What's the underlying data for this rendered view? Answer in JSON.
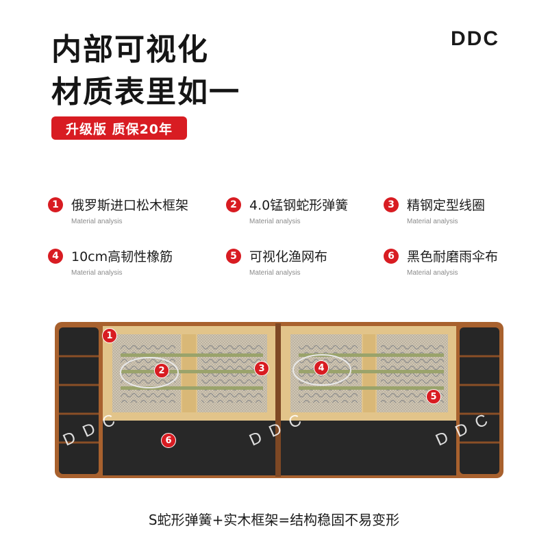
{
  "headline": {
    "line1": "内部可视化",
    "line2": "材质表里如一"
  },
  "brand": "DDC",
  "badge": "升级版 质保20年",
  "features": [
    {
      "num": "1",
      "title": "俄罗斯进口松木框架",
      "sub": "Material analysis"
    },
    {
      "num": "2",
      "title": "4.0锰钢蛇形弹簧",
      "sub": "Material analysis"
    },
    {
      "num": "3",
      "title": "精钢定型线圈",
      "sub": "Material analysis"
    },
    {
      "num": "4",
      "title": "10cm高韧性橡筋",
      "sub": "Material analysis"
    },
    {
      "num": "5",
      "title": "可视化渔网布",
      "sub": "Material analysis"
    },
    {
      "num": "6",
      "title": "黑色耐磨雨伞布",
      "sub": "Material analysis"
    }
  ],
  "markers": [
    "1",
    "2",
    "3",
    "4",
    "5",
    "6"
  ],
  "watermark": "DDC",
  "caption": "S蛇形弹簧+实木框架=结构稳固不易变形",
  "colors": {
    "accent": "#d81c22",
    "leather": "#a8612e",
    "fabric": "#262626",
    "wood": "#e2c48a"
  }
}
